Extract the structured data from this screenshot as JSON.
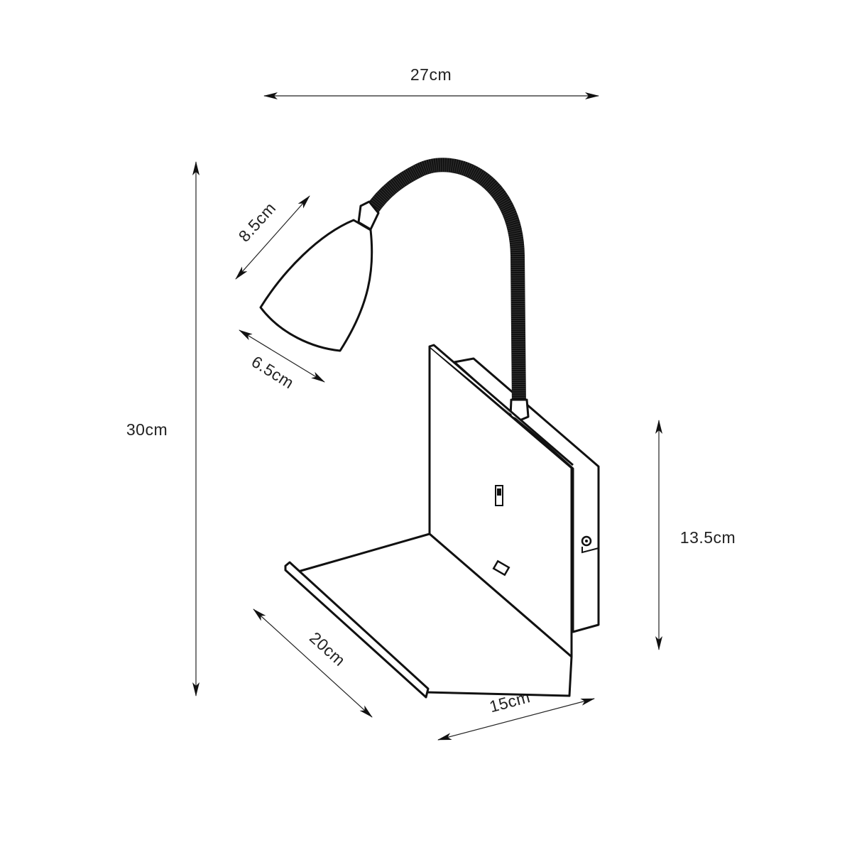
{
  "dimensions": {
    "total_width": "27cm",
    "total_height": "30cm",
    "shade_length": "8.5cm",
    "shade_diameter": "6.5cm",
    "back_plate_height": "13.5cm",
    "shelf_depth": "20cm",
    "shelf_width": "15cm"
  },
  "colors": {
    "line": "#111111",
    "background": "#ffffff"
  }
}
